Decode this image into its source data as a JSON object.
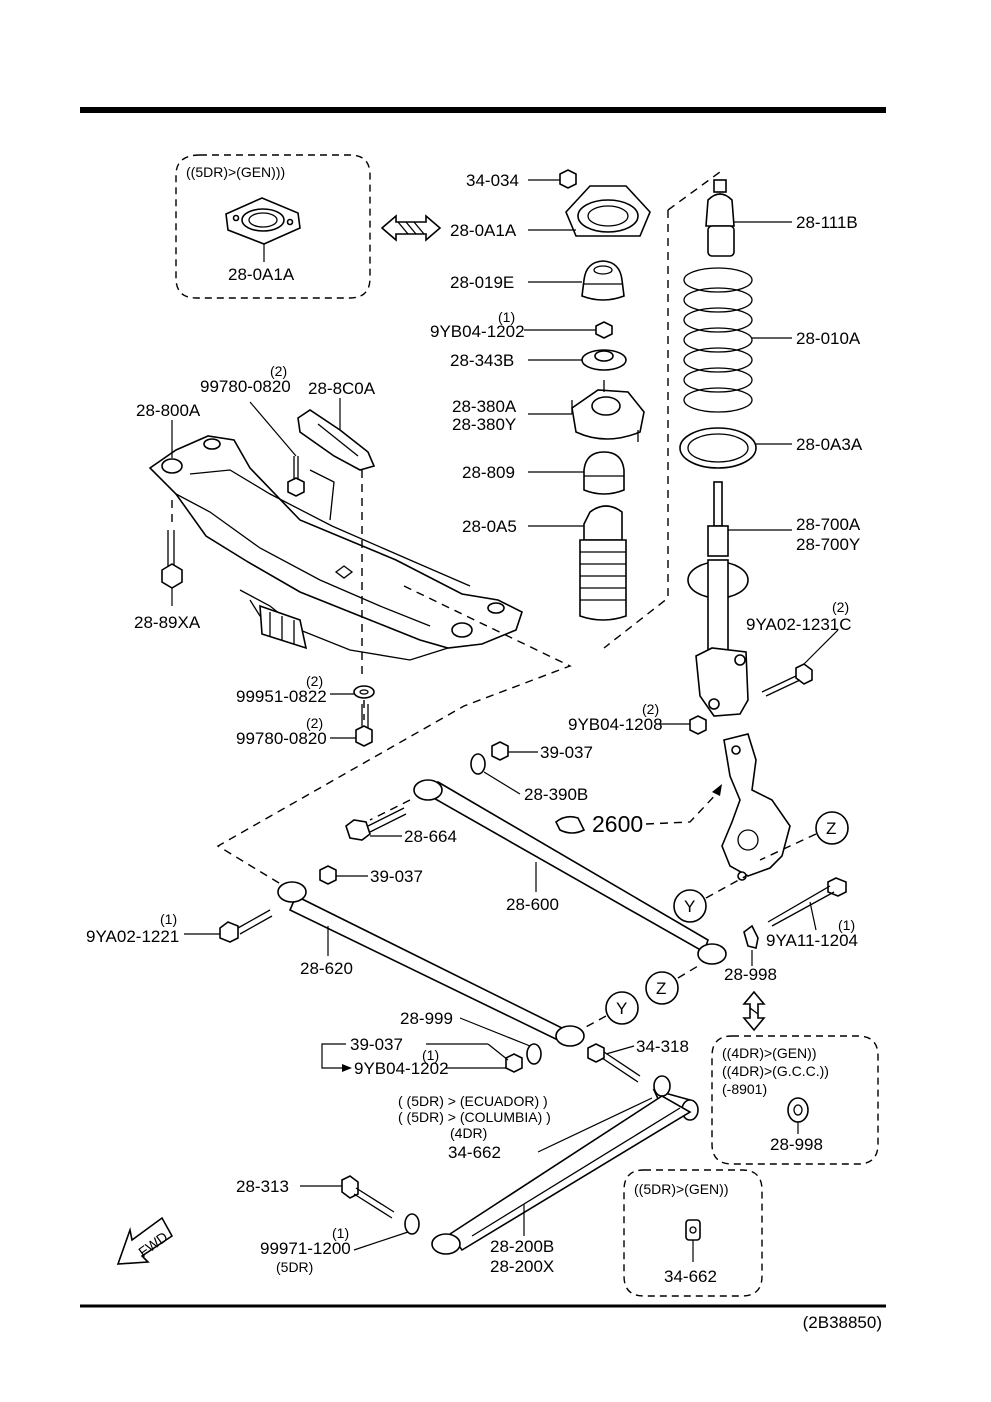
{
  "diagram_ref": "(2B38850)",
  "fwd_label": "FWD",
  "ref_2600": "2600",
  "circle_y": "Y",
  "circle_z": "Z",
  "box_5dr_gen": {
    "variant": "((5DR)>(GEN)))",
    "part": "28-0A1A"
  },
  "box_4dr": {
    "variant_1": "((4DR)>(GEN))",
    "variant_2": "((4DR)>(G.C.C.))",
    "variant_3": "(-8901)",
    "part": "28-998"
  },
  "box_5dr_gen_lower": {
    "variant": "((5DR)>(GEN))",
    "part": "34-662"
  },
  "labels": {
    "p34_034": "34-034",
    "p28_0a1a": "28-0A1A",
    "p28_019e": "28-019E",
    "q_1_a": "(1)",
    "p9yb04_1202_a": "9YB04-1202",
    "p28_343b": "28-343B",
    "p28_380a": "28-380A",
    "p28_380y": "28-380Y",
    "p28_809": "28-809",
    "p28_0a5": "28-0A5",
    "p28_111b": "28-111B",
    "p28_010a": "28-010A",
    "p28_0a3a": "28-0A3A",
    "p28_700a": "28-700A",
    "p28_700y": "28-700Y",
    "q_2_a": "(2)",
    "p9ya02_1231c": "9YA02-1231C",
    "q_2_b": "(2)",
    "p9yb04_1208": "9YB04-1208",
    "q_2_c": "(2)",
    "p99780_0820_a": "99780-0820",
    "p28_8c0a": "28-8C0A",
    "p28_800a": "28-800A",
    "p28_89xa": "28-89XA",
    "q_2_d": "(2)",
    "p99951_0822": "99951-0822",
    "q_2_e": "(2)",
    "p99780_0820_b": "99780-0820",
    "p39_037_a": "39-037",
    "p28_390b": "28-390B",
    "p28_664": "28-664",
    "p39_037_b": "39-037",
    "p28_600": "28-600",
    "q_1_b": "(1)",
    "p9ya02_1221": "9YA02-1221",
    "p28_620": "28-620",
    "q_1_c": "(1)",
    "p9ya11_1204": "9YA11-1204",
    "p28_998": "28-998",
    "p28_999": "28-999",
    "p39_037_c": "39-037",
    "q_1_d": "(1)",
    "p9yb04_1202_b": "9YB04-1202",
    "p34_318": "34-318",
    "cond_1": "(  (5DR)  >  (ECUADOR)  )",
    "cond_2": "(  (5DR)  >  (COLUMBIA)  )",
    "cond_3": "(4DR)",
    "p34_662": "34-662",
    "p28_313": "28-313",
    "q_1_e": "(1)",
    "p99971_1200": "99971-1200",
    "cond_5dr": "(5DR)",
    "p28_200b": "28-200B",
    "p28_200x": "28-200X"
  }
}
